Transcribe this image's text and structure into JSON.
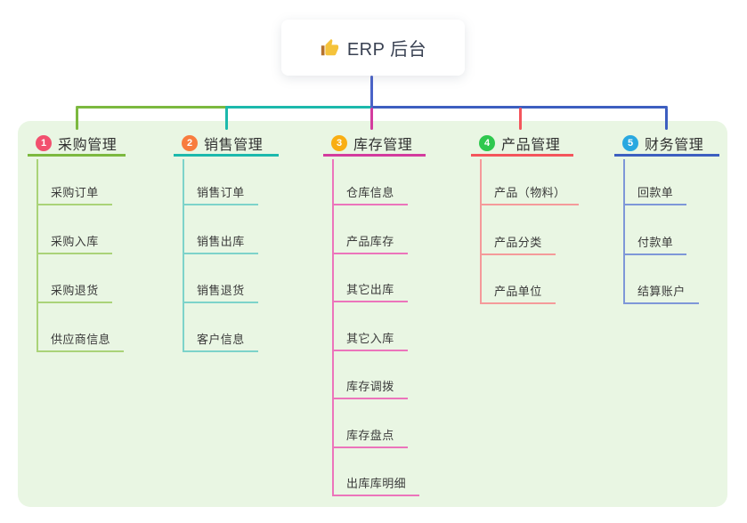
{
  "root": {
    "title": "ERP 后台",
    "icon": "thumbs-up-icon"
  },
  "colors": {
    "panel_bg": "#e9f6e3",
    "root_connector": "#4a63c8",
    "title_text": "#303030",
    "child_text": "#3a3a3a",
    "root_text": "#394152"
  },
  "branches": [
    {
      "badge": "1",
      "label": "采购管理",
      "badge_color": "#f2506e",
      "line_color": "#7cb93f",
      "child_line_color": "#aad378",
      "children": [
        "采购订单",
        "采购入库",
        "采购退货",
        "供应商信息"
      ]
    },
    {
      "badge": "2",
      "label": "销售管理",
      "badge_color": "#f87c3e",
      "line_color": "#1cb9ac",
      "child_line_color": "#7dd3ca",
      "children": [
        "销售订单",
        "销售出库",
        "销售退货",
        "客户信息"
      ]
    },
    {
      "badge": "3",
      "label": "库存管理",
      "badge_color": "#f9ae13",
      "line_color": "#d33c9e",
      "child_line_color": "#ec74bb",
      "children": [
        "仓库信息",
        "产品库存",
        "其它出库",
        "其它入库",
        "库存调拨",
        "库存盘点",
        "出库库明细"
      ]
    },
    {
      "badge": "4",
      "label": "产品管理",
      "badge_color": "#2ec84e",
      "line_color": "#f4555c",
      "child_line_color": "#f59a9a",
      "children": [
        "产品（物料）",
        "产品分类",
        "产品单位"
      ]
    },
    {
      "badge": "5",
      "label": "财务管理",
      "badge_color": "#29a8e0",
      "line_color": "#3d5fc0",
      "child_line_color": "#7e97d8",
      "children": [
        "回款单",
        "付款单",
        "结算账户"
      ]
    }
  ]
}
